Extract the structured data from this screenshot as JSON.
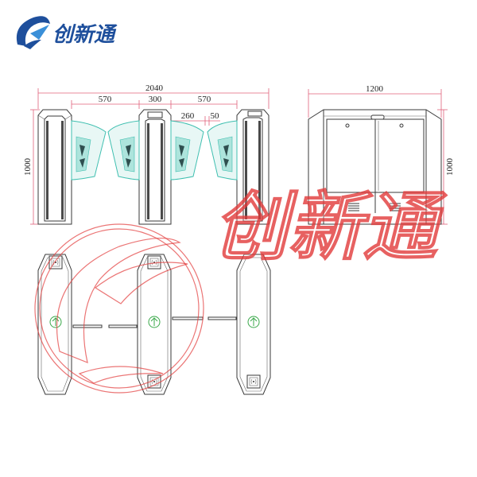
{
  "logo": {
    "text": "创新通"
  },
  "watermark": {
    "text": "创新通"
  },
  "front_view": {
    "overall_width": "2040",
    "segment_left": "570",
    "segment_middle": "300",
    "segment_right": "570",
    "flap_width": "260",
    "flap_gap": "50",
    "height": "1000"
  },
  "side_view": {
    "width": "1200",
    "height": "1000"
  },
  "icons": {
    "logo": "brand-bird-icon",
    "reader": "card-reader-icon",
    "direction": "green-up-arrow-icon"
  },
  "colors": {
    "dimension": "#e0607a",
    "glass": "#3fbfb0",
    "outline": "#3a3a3a",
    "arrow": "#3aa84a",
    "watermark": "#e23a3a",
    "brand": "#1e4f9c",
    "brand_light": "#3a8fd8"
  }
}
